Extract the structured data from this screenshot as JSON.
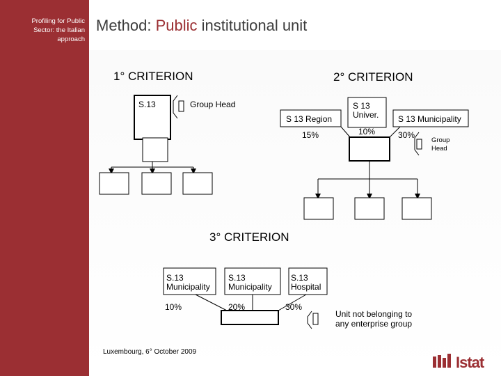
{
  "sidebar": {
    "caption": "Profiling for Public\nSector: the Italian\napproach"
  },
  "header": {
    "title_prefix": "Method: ",
    "title_highlight": "Public",
    "title_suffix": " institutional unit"
  },
  "criteria": {
    "c1": {
      "label": "1° CRITERION",
      "unit": "S.13",
      "group_head": "Group Head"
    },
    "c2": {
      "label": "2° CRITERION",
      "region": "S 13 Region",
      "univer_line1": "S 13",
      "univer_line2": "Univer.",
      "municipality": "S 13 Municipality",
      "pct_region": "15%",
      "pct_univer": "10%",
      "pct_municipality": "30%",
      "group_head_line1": "Group",
      "group_head_line2": "Head"
    },
    "c3": {
      "label": "3° CRITERION",
      "muni1_line1": "S.13",
      "muni1_line2": "Municipality",
      "muni2_line1": "S.13",
      "muni2_line2": "Municipality",
      "hospital_line1": "S.13",
      "hospital_line2": "Hospital",
      "pct1": "10%",
      "pct2": "20%",
      "pct3": "30%",
      "unit_note_line1": "Unit not belonging to",
      "unit_note_line2": "any enterprise group"
    }
  },
  "footer": {
    "text": "Luxembourg, 6° October 2009"
  },
  "logo": {
    "text": "Istat",
    "color": "#9b2f33"
  },
  "colors": {
    "sidebar": "#9b2f33",
    "title_accent": "#9b2f33"
  }
}
